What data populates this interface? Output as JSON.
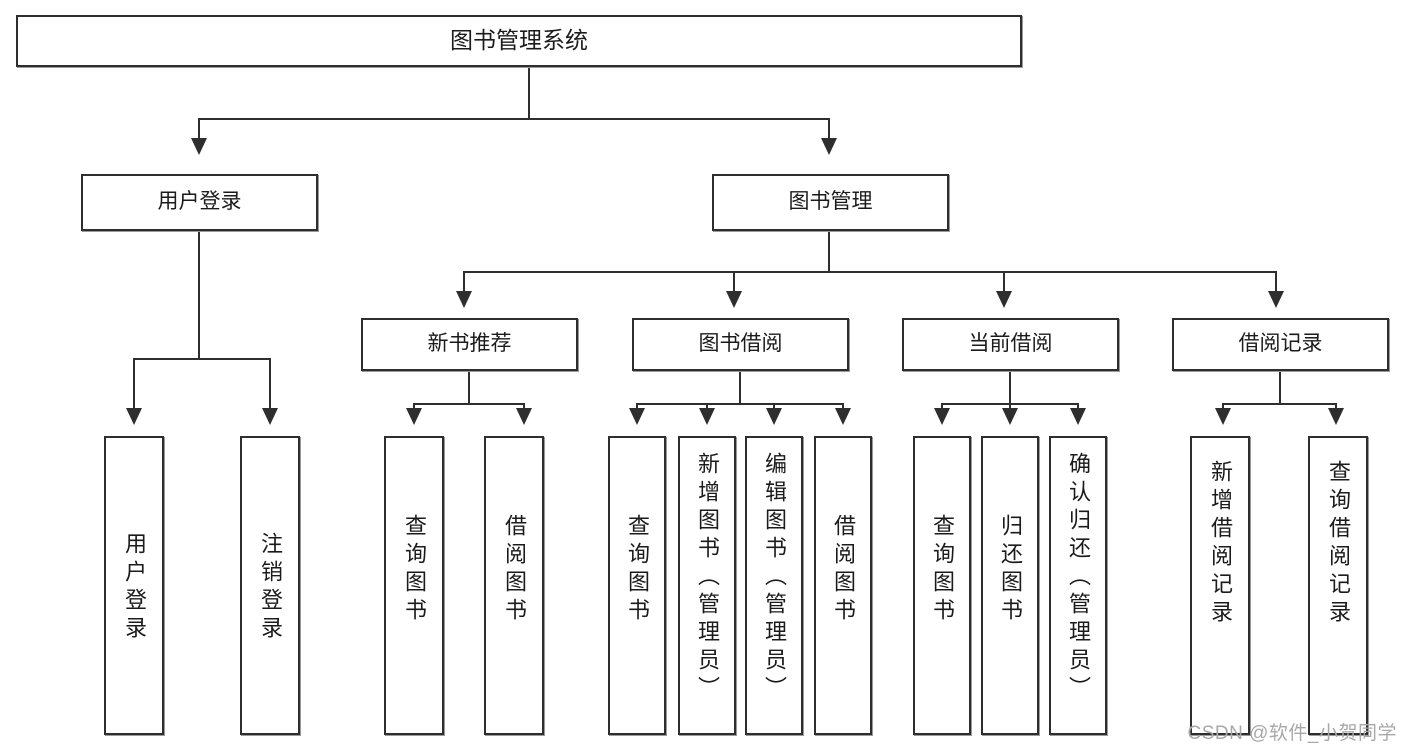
{
  "diagram": {
    "type": "tree",
    "title": "图书管理系统",
    "root": {
      "label": "图书管理系统"
    },
    "level2": [
      {
        "label": "用户登录"
      },
      {
        "label": "图书管理"
      }
    ],
    "level3": [
      {
        "label": "新书推荐"
      },
      {
        "label": "图书借阅"
      },
      {
        "label": "当前借阅"
      },
      {
        "label": "借阅记录"
      }
    ],
    "leaves": {
      "user_login": [
        {
          "label": "用户登录"
        },
        {
          "label": "注销登录"
        }
      ],
      "new_book_recommend": [
        {
          "label": "查询图书"
        },
        {
          "label": "借阅图书"
        }
      ],
      "book_borrow": [
        {
          "label": "查询图书"
        },
        {
          "label": "新增图书（管理员）"
        },
        {
          "label": "编辑图书（管理员）"
        },
        {
          "label": "借阅图书"
        }
      ],
      "current_borrow": [
        {
          "label": "查询图书"
        },
        {
          "label": "归还图书"
        },
        {
          "label": "确认归还（管理员）"
        }
      ],
      "borrow_record": [
        {
          "label": "新增借阅记录"
        },
        {
          "label": "查询借阅记录"
        }
      ]
    }
  },
  "watermark": {
    "text": "CSDN @软件_小贺同学"
  },
  "colors": {
    "border": "#2e2e2e",
    "text": "#1b1b1b",
    "background": "#ffffff",
    "watermark": "#a8a8a8"
  }
}
